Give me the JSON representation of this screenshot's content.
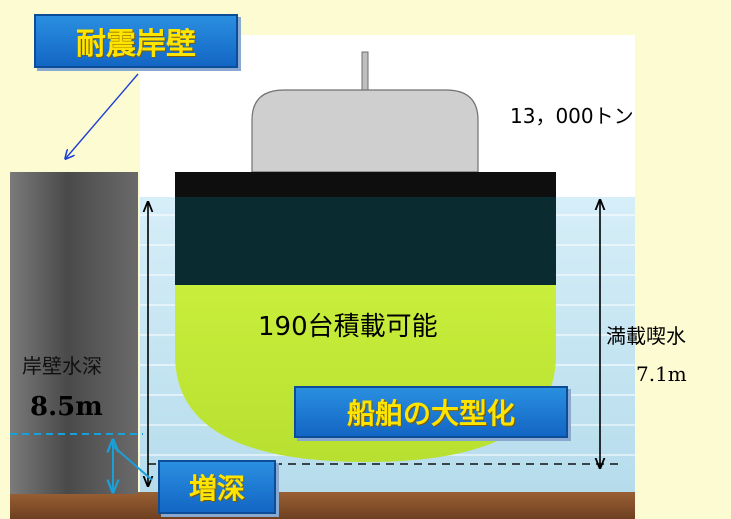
{
  "labels": {
    "seismic_quay": "耐震岸壁",
    "tonnage": "13，000トン",
    "capacity": "190台積載可能",
    "quay_depth_label": "岸壁水深",
    "quay_depth_value": "8.5m",
    "full_draft_label": "満載喫水",
    "full_draft_value": "7.1m",
    "ship_enlargement": "船舶の大型化",
    "deepening": "増深"
  },
  "colors": {
    "banner_text": "#ffe400",
    "banner_fill": "#1e7bd6",
    "hull_lower": "#c8ea3a",
    "hull_upper": "#0a2b30",
    "deck_black": "#0e0e0e",
    "superstructure": "#cfcfcf",
    "quay_wall": "#5a5a5a",
    "seabed": "#8a5530",
    "water": "#c8e6f2"
  }
}
